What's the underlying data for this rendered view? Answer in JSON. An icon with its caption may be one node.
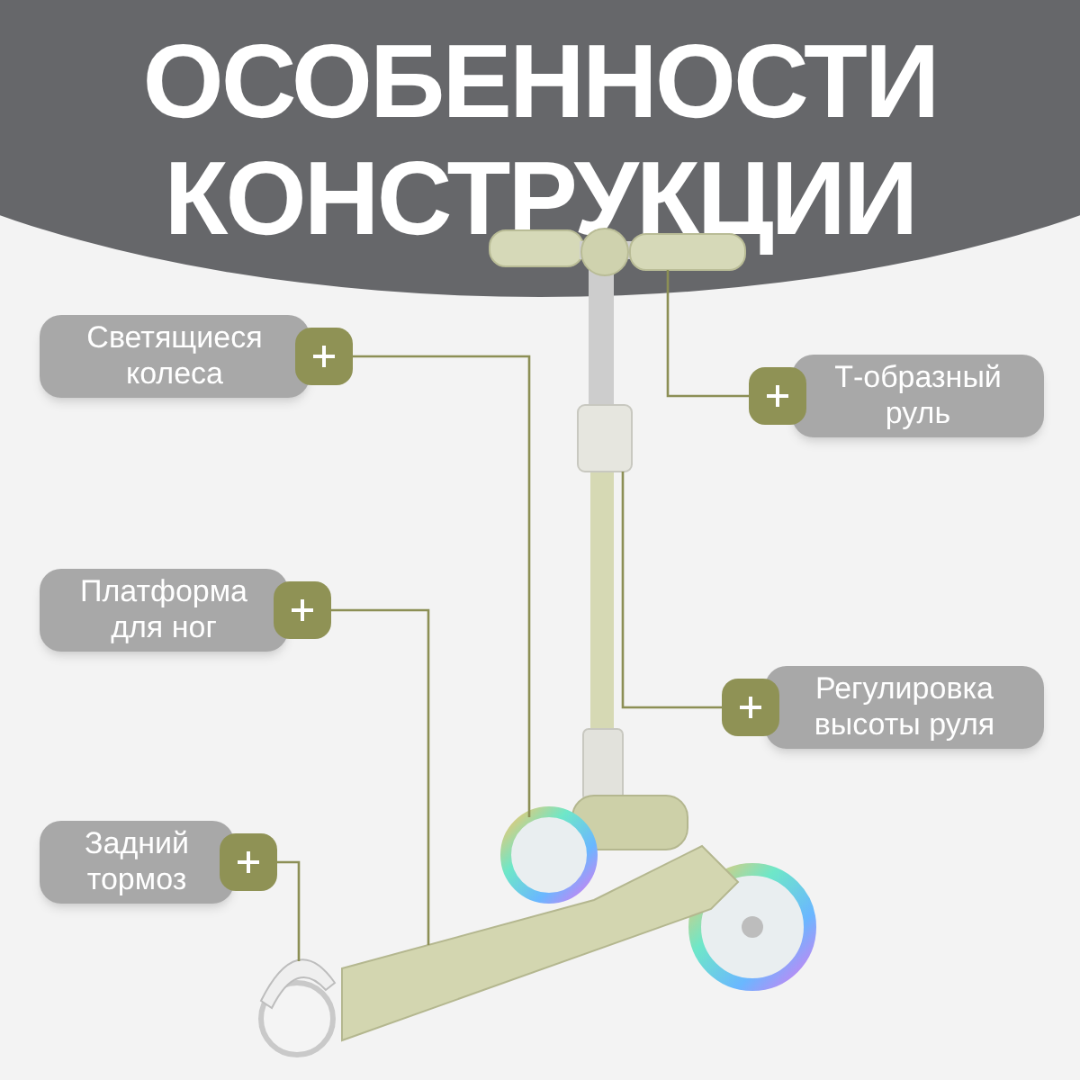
{
  "diagram": {
    "title": "ОСОБЕННОСТИ КОНСТРУКЦИИ",
    "nodes": [
      {
        "text": [
          "Светящиеся колеса"
        ]
      },
      {
        "text": [
          "Т-образный руль"
        ]
      },
      {
        "text": [
          "Платформа для ног"
        ]
      },
      {
        "text": [
          "Регулировка высоты руля"
        ]
      },
      {
        "text": [
          "Задний тормоз"
        ]
      },
      {
        "text": [],
        "shape": "picture"
      },
      {
        "text": [],
        "shape": "box"
      },
      {
        "text": [],
        "shape": "circle"
      },
      {
        "text": [],
        "shape": "picture"
      },
      {
        "text": [],
        "shape": "picture"
      }
    ],
    "edges": [
      {
        "from": 0,
        "to": 7,
        "arrow": "none"
      },
      {
        "from": 1,
        "to": 5,
        "arrow": "none"
      },
      {
        "from": 2,
        "to": 8,
        "arrow": "none"
      },
      {
        "from": 3,
        "to": 6,
        "arrow": "none"
      },
      {
        "from": 4,
        "to": 9,
        "arrow": "none"
      }
    ]
  }
}
